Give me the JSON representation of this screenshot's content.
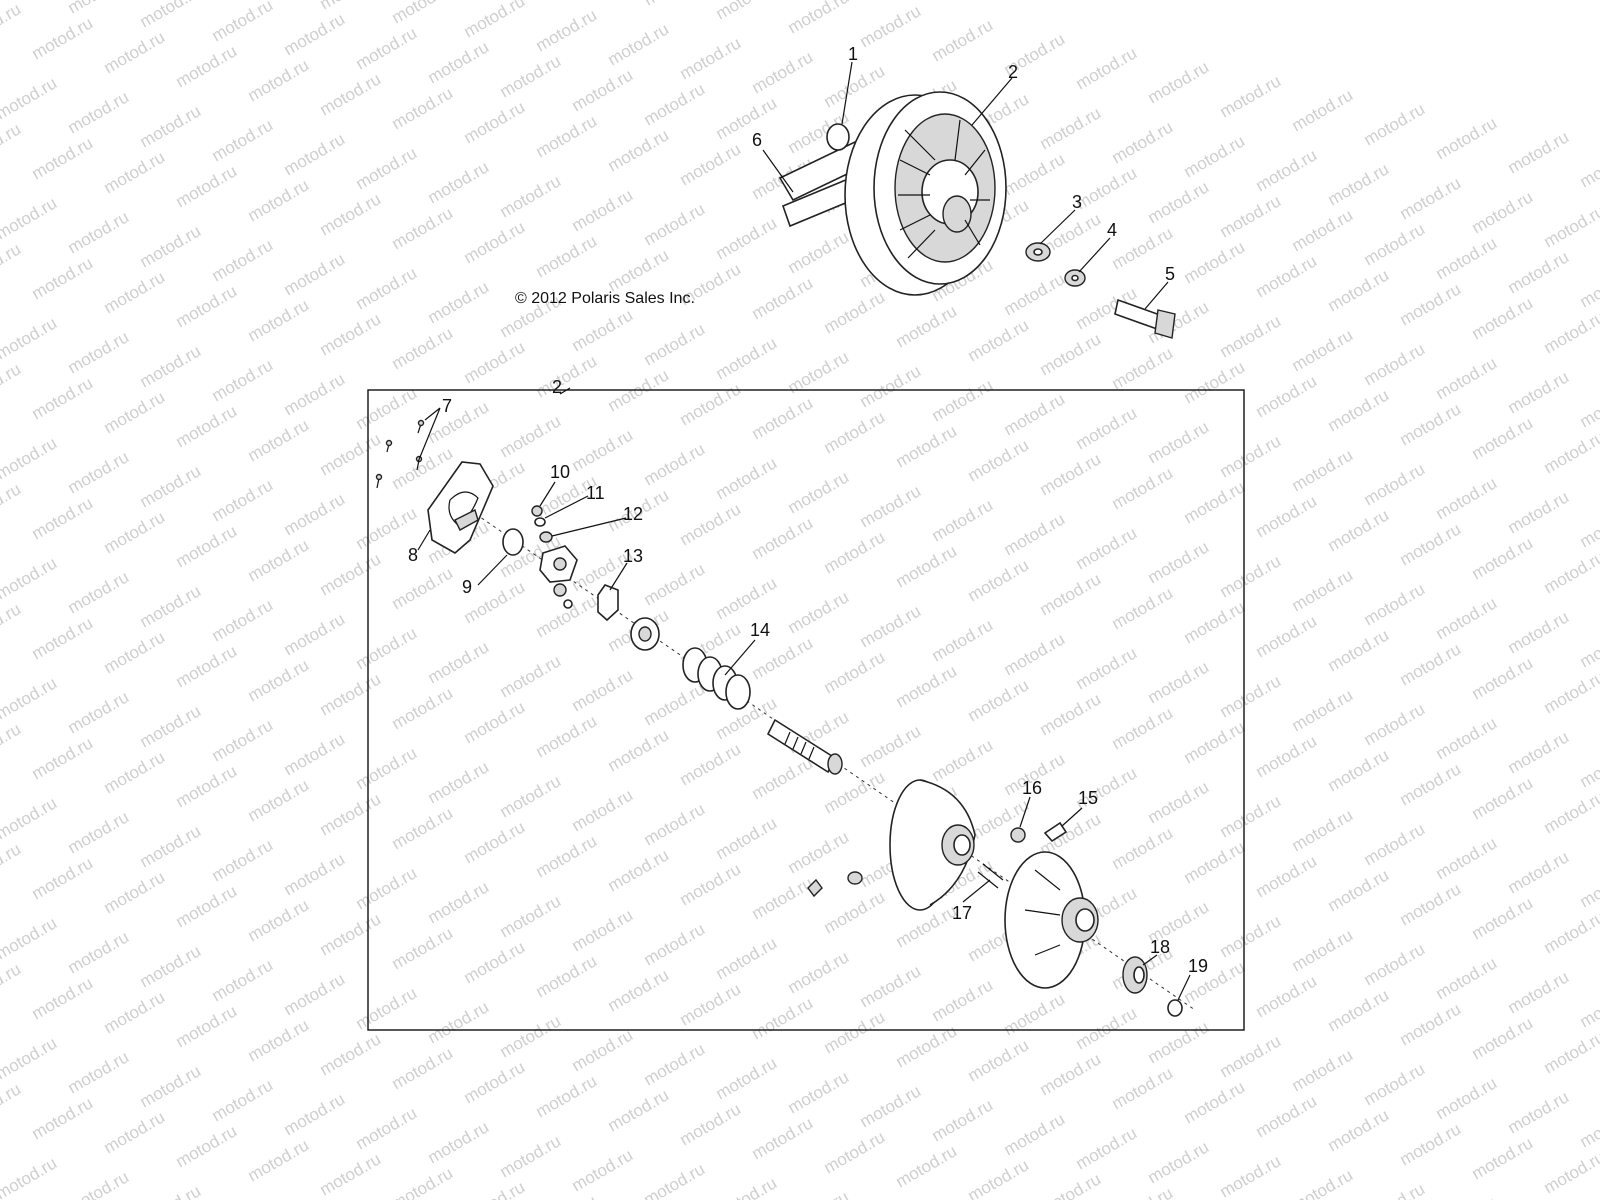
{
  "copyright": "© 2012 Polaris Sales Inc.",
  "watermark": "motod.ru",
  "callouts": [
    "1",
    "2",
    "3",
    "4",
    "5",
    "6",
    "2",
    "7",
    "8",
    "9",
    "10",
    "11",
    "12",
    "13",
    "14",
    "15",
    "16",
    "17",
    "18",
    "19"
  ]
}
